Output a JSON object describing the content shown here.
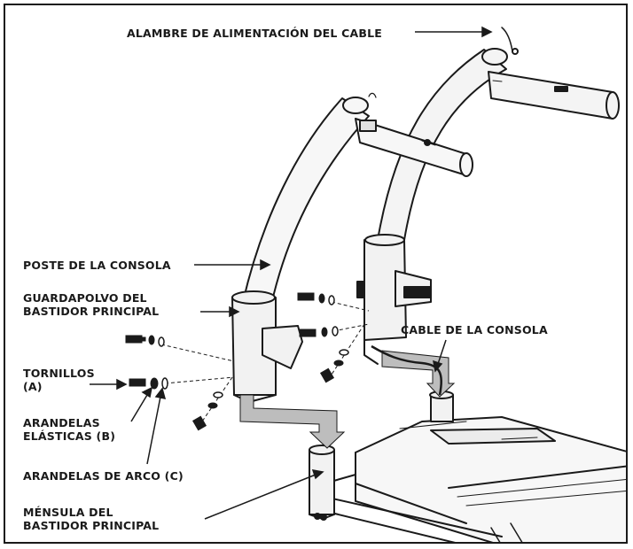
{
  "labels": {
    "power_wire": "ALAMBRE DE ALIMENTACIÓN DEL CABLE",
    "console_post": "POSTE DE LA CONSOLA",
    "dust_cover_line1": "GUARDAPOLVO DEL",
    "dust_cover_line2": "BASTIDOR PRINCIPAL",
    "console_cable": "CABLE DE LA CONSOLA",
    "bolts_line1": "TORNILLOS",
    "bolts_line2": "(A)",
    "lock_washers_line1": "ARANDELAS",
    "lock_washers_line2": "ELÁSTICAS (B)",
    "arc_washers": "ARANDELAS DE ARCO (C)",
    "bracket_line1": "MÉNSULA DEL",
    "bracket_line2": "BASTIDOR PRINCIPAL"
  },
  "colors": {
    "line": "#1a1a1a",
    "arrow_fill": "#bdbdbd",
    "part_fill": "#f2f2f2"
  }
}
